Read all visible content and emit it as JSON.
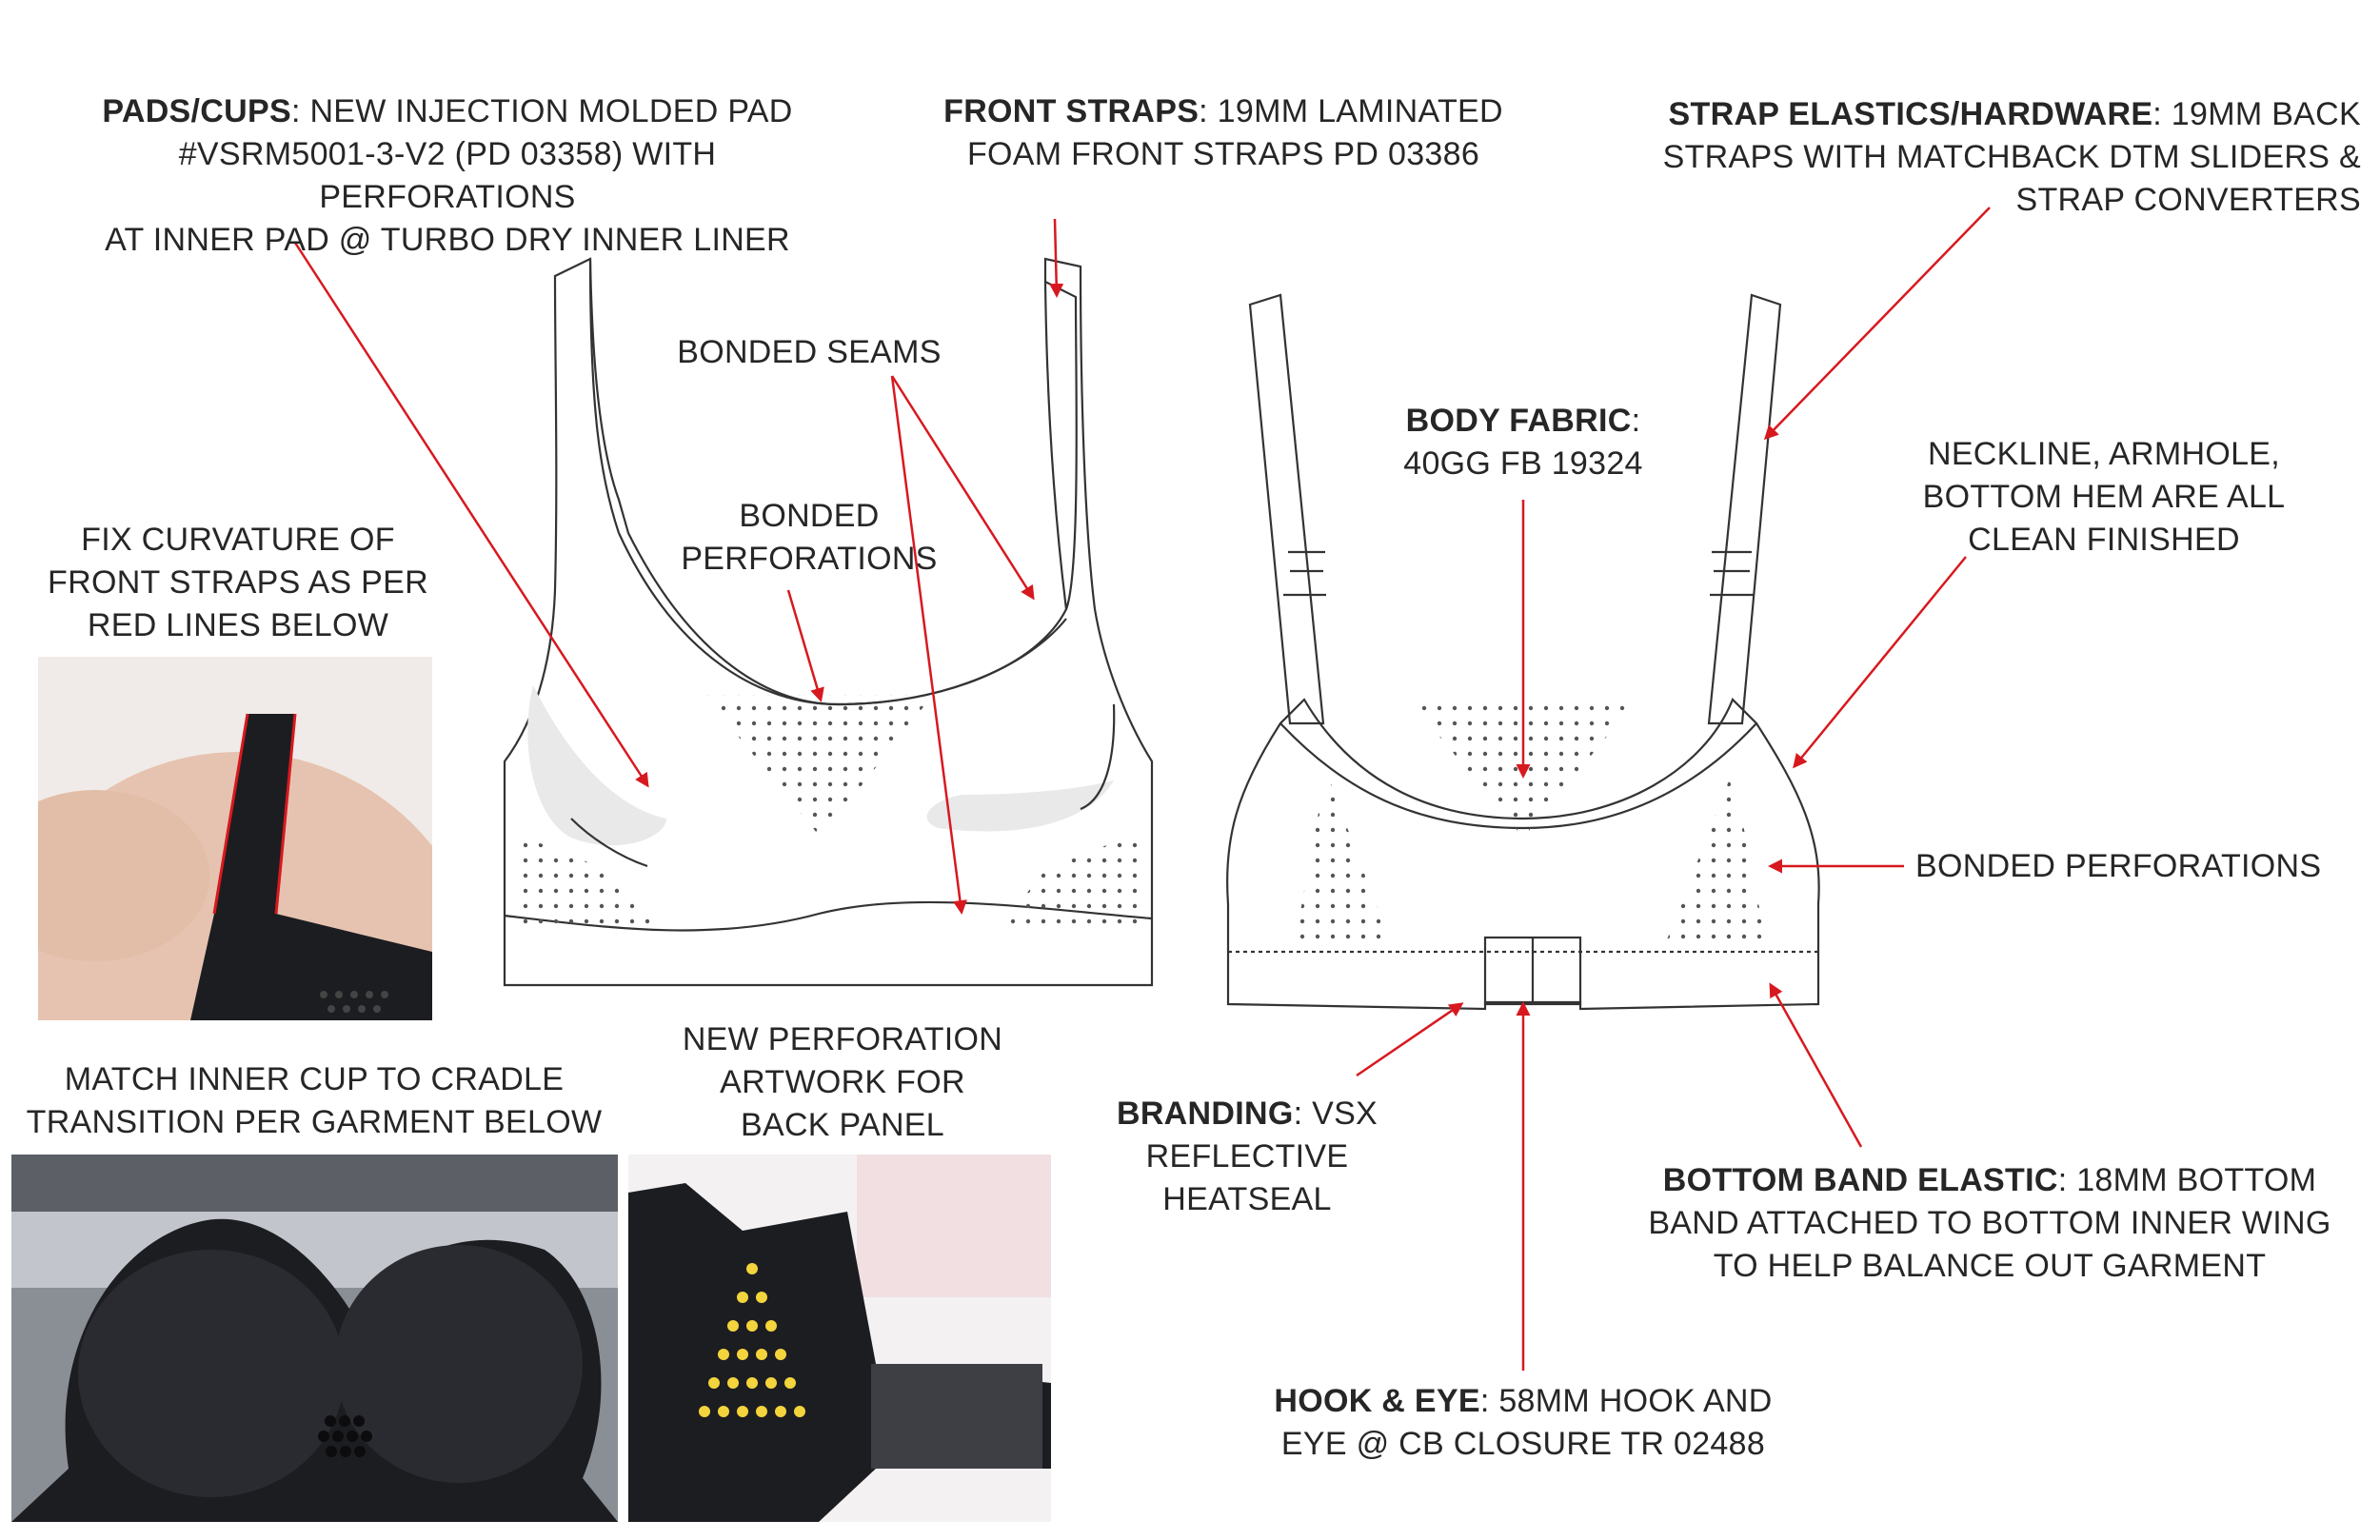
{
  "callouts": {
    "pads": {
      "title": "PADS/CUPS",
      "line1": "NEW INJECTION MOLDED PAD",
      "line2": "#VSRM5001-3-V2 (PD 03358) WITH PERFORATIONS",
      "line3": "AT INNER PAD @ TURBO DRY INNER LINER"
    },
    "front_straps": {
      "title": "FRONT STRAPS",
      "line1": "19mm LAMINATED",
      "line2": "FOAM FRONT STRAPS PD 03386"
    },
    "strap_elastics": {
      "title": "STRAP ELASTICS/HARDWARE",
      "line1": "19mm BACK",
      "line2": "STRAPS WITH MATCHBACK DTM SLIDERS &",
      "line3": "STRAP CONVERTERS"
    },
    "bonded_seams": "BONDED SEAMS",
    "bonded_perforations_front": {
      "line1": "BONDED",
      "line2": "PERFORATIONS"
    },
    "body_fabric": {
      "title": "BODY FABRIC",
      "line1": "40gg FB 19324"
    },
    "neckline": {
      "line1": "NECKLINE, ARMHOLE,",
      "line2": "BOTTOM HEM ARE ALL",
      "line3": "CLEAN FINISHED"
    },
    "fix_curvature": {
      "line1": "FIX CURVATURE OF",
      "line2": "FRONT STRAPS AS PER",
      "line3": "RED LINES BELOW"
    },
    "bonded_perforations_back": "BONDED PERFORATIONS",
    "match_inner_cup": {
      "line1": "MATCH INNER CUP TO CRADLE",
      "line2": "TRANSITION PER GARMENT BELOW"
    },
    "new_perforation": {
      "line1": "NEW PERFORATION",
      "line2": "ARTWORK FOR",
      "line3": "BACK PANEL"
    },
    "branding": {
      "title": "BRANDING",
      "line1": "VSX",
      "line2": "REFLECTIVE",
      "line3": "HEATSEAL"
    },
    "bottom_band": {
      "title": "BOTTOM BAND ELASTIC",
      "line1": "18mm BOTTOM",
      "line2": "BAND ATTACHED TO BOTTOM INNER WING",
      "line3": "TO HELP BALANCE OUT GARMENT"
    },
    "hook_eye": {
      "title": "HOOK & EYE",
      "line1": "58mm HOOK AND",
      "line2": "EYE @ CB CLOSURE TR 02488"
    }
  },
  "colors": {
    "arrow": "#d7191f",
    "sketch_line": "#333333",
    "photo_fabric": "#1c1d21",
    "skin": "#e6c3b0",
    "dot_yellow": "#f4d43c"
  }
}
